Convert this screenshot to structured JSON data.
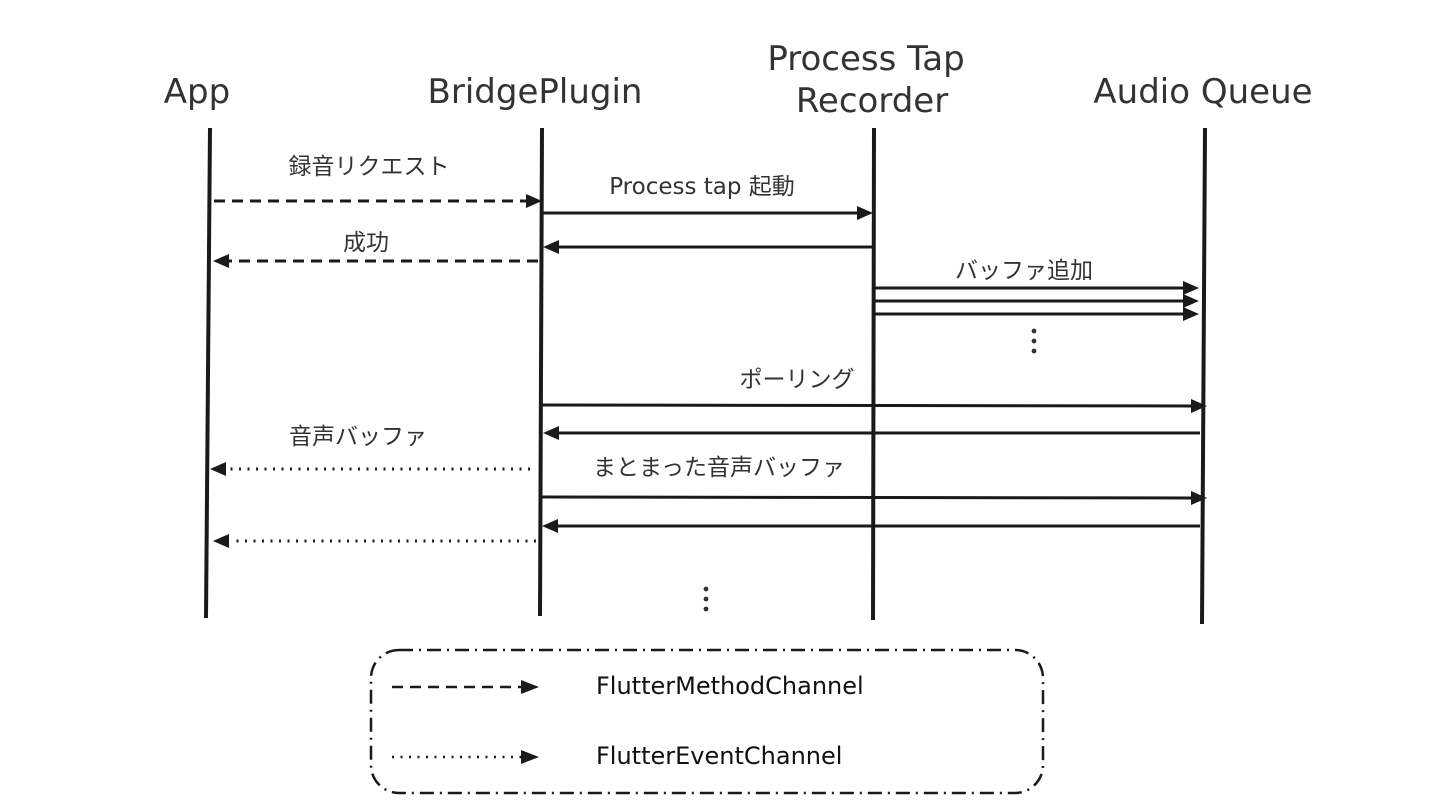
{
  "participants": {
    "app": "App",
    "bridge": "BridgePlugin",
    "tap_line1": "Process Tap",
    "tap_line2": "Recorder",
    "queue": "Audio Queue"
  },
  "messages": {
    "record_request": "録音リクエスト",
    "start_tap": "Process tap 起動",
    "success": "成功",
    "add_buffer": "バッファ追加",
    "polling": "ポーリング",
    "audio_buffer": "音声バッファ",
    "batched_buffer": "まとまった音声バッファ"
  },
  "legend": {
    "method_channel": "FlutterMethodChannel",
    "event_channel": "FlutterEventChannel"
  },
  "colors": {
    "line": "#1a1a1a",
    "text": "#333333"
  }
}
